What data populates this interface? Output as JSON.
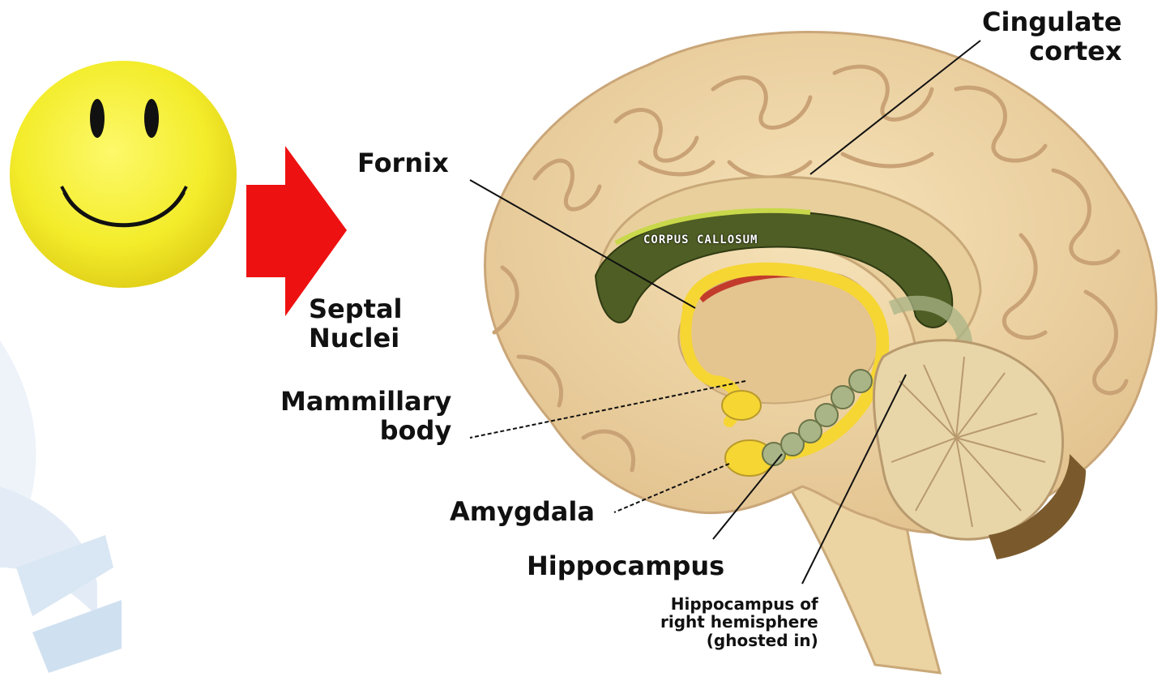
{
  "labels": {
    "cingulate_cortex": "Cingulate\ncortex",
    "fornix": "Fornix",
    "corpus_callosum": "CORPUS CALLOSUM",
    "septal_nuclei": "Septal\nNuclei",
    "mammillary_body": "Mammillary\nbody",
    "amygdala": "Amygdala",
    "hippocampus": "Hippocampus",
    "hippocampus_right": "Hippocampus of\nright hemisphere\n(ghosted in)"
  },
  "icons": {
    "smiley": "smiley-face-icon",
    "arrow": "right-arrow-icon"
  },
  "colors": {
    "smiley": "#f3ec2a",
    "arrow": "#ee1111",
    "brain": "#f1d8a8",
    "gyri_shadow": "#caa678",
    "limbic_yellow": "#f6d633",
    "corpus_callosum_green": "#4f5e24",
    "cerebellum": "#e8d6a8",
    "brainstem": "#ecd3a2"
  }
}
